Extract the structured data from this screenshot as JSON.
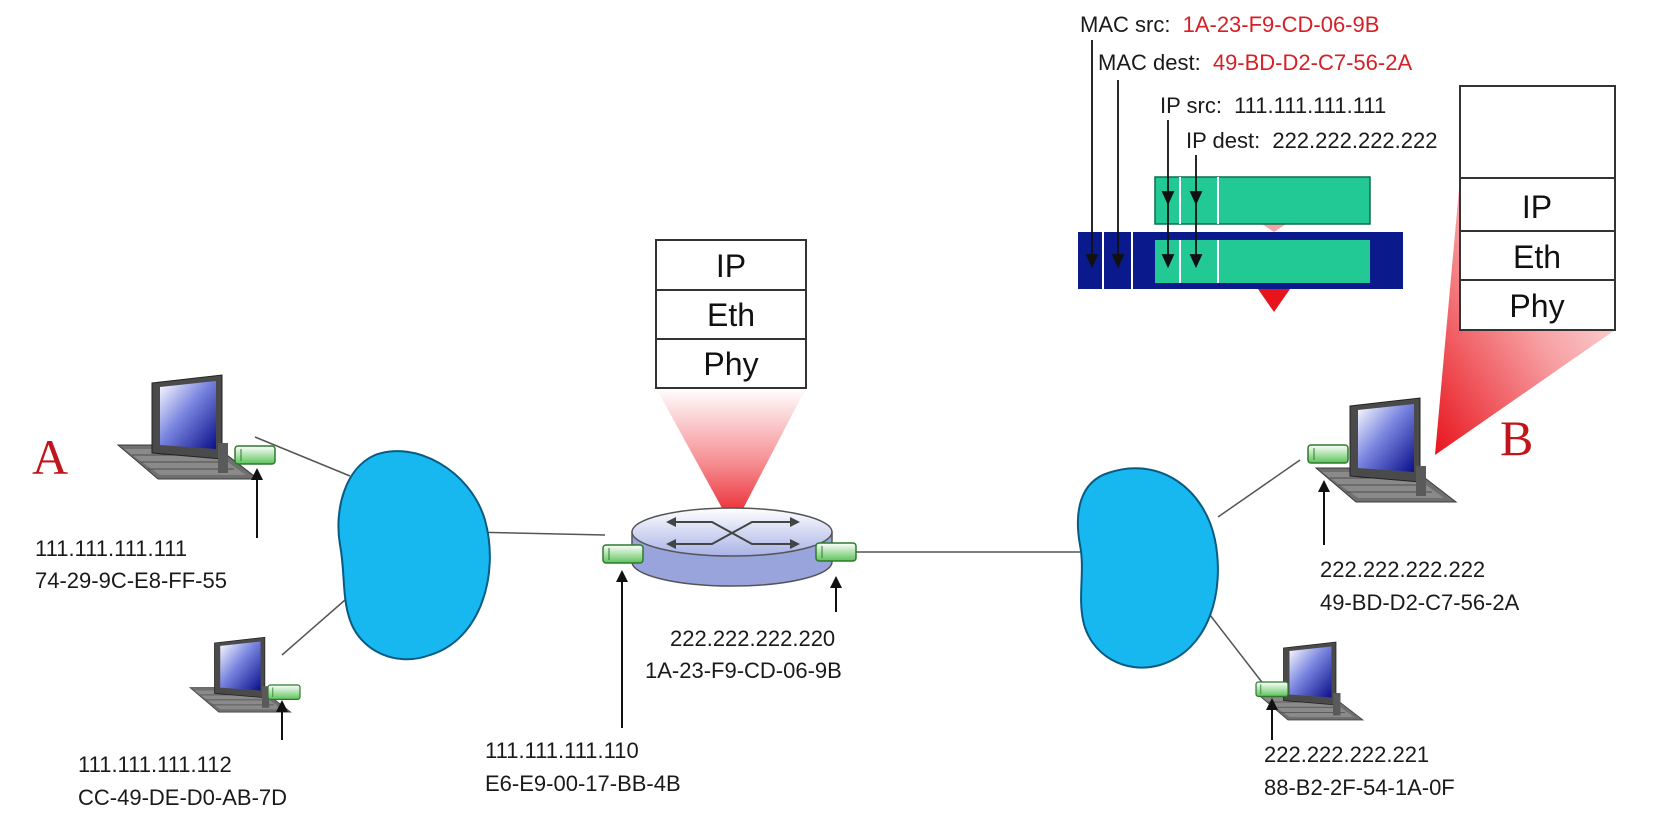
{
  "hosts": {
    "a": {
      "letter": "A",
      "ip": "111.111.111.111",
      "mac": "74-29-9C-E8-FF-55"
    },
    "a2": {
      "ip": "111.111.111.112",
      "mac": "CC-49-DE-D0-AB-7D"
    },
    "b": {
      "letter": "B",
      "ip": "222.222.222.222",
      "mac": "49-BD-D2-C7-56-2A"
    },
    "b2": {
      "ip": "222.222.222.221",
      "mac": "88-B2-2F-54-1A-0F"
    }
  },
  "router": {
    "left_iface": {
      "ip": "111.111.111.110",
      "mac": "E6-E9-00-17-BB-4B"
    },
    "right_iface": {
      "ip": "222.222.222.220",
      "mac": "1A-23-F9-CD-06-9B"
    },
    "stack": [
      "IP",
      "Eth",
      "Phy"
    ]
  },
  "host_b_stack": [
    "IP",
    "Eth",
    "Phy"
  ],
  "frame": {
    "mac_src_label": "MAC src:",
    "mac_src_value": "1A-23-F9-CD-06-9B",
    "mac_dest_label": "MAC dest:",
    "mac_dest_value": "49-BD-D2-C7-56-2A",
    "ip_src_label": "IP src:",
    "ip_src_value": "111.111.111.111",
    "ip_dest_label": "IP dest:",
    "ip_dest_value": "222.222.222.222"
  },
  "colors": {
    "network_cloud": "#17b8f0",
    "frame_blue": "#0a1a8c",
    "datagram_green": "#22c994",
    "highlight_red": "#e8141c",
    "label_red": "#d61f26"
  }
}
